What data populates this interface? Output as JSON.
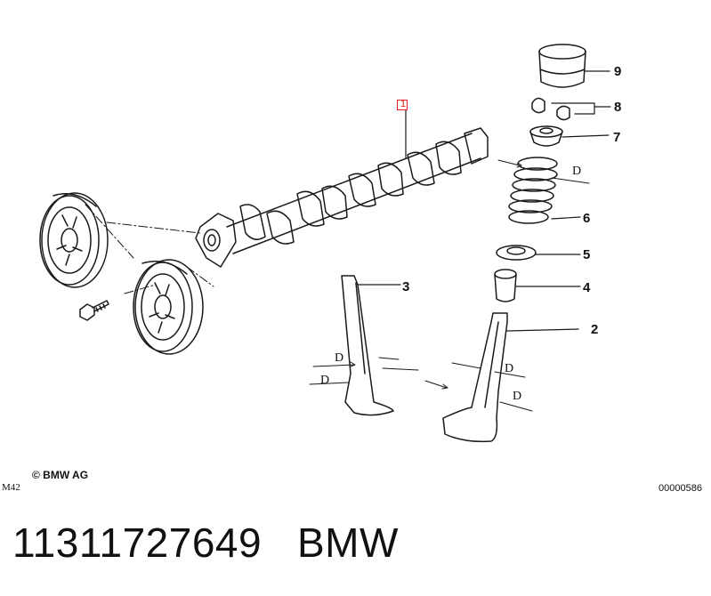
{
  "diagram": {
    "callouts": [
      "1",
      "2",
      "3",
      "4",
      "5",
      "6",
      "7",
      "8",
      "9"
    ],
    "dimension_label": "D",
    "copyright": "© BMW AG",
    "model_code": "M42",
    "reference_number": "00000586"
  },
  "footer": {
    "part_number": "11311727649",
    "brand": "BMW"
  },
  "colors": {
    "highlight": "#e21b1b",
    "line": "#1a1a1a"
  }
}
